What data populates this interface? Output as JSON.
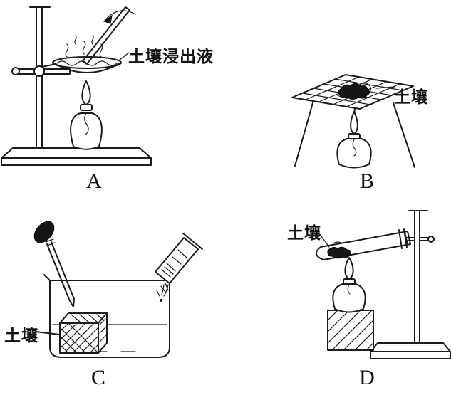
{
  "figure": {
    "description": "four soil-experiment apparatus diagrams",
    "colors": {
      "ink": "#1b1b1b",
      "background": "#ffffff"
    },
    "panels": [
      {
        "letter": "A",
        "label": "土壤浸出液",
        "apparatus": "iron-stand-evaporating-dish-over-alcohol-lamp-with-stirring-rod"
      },
      {
        "letter": "B",
        "label": "土壤",
        "apparatus": "soil-on-wire-gauze-over-tripod-and-alcohol-lamp"
      },
      {
        "letter": "C",
        "label": "土壤",
        "apparatus": "soil-cube-in-beaker-with-dropper-and-graduated-cylinder"
      },
      {
        "letter": "D",
        "label": "土壤",
        "apparatus": "soil-in-test-tube-heated-on-iron-stand"
      }
    ]
  }
}
